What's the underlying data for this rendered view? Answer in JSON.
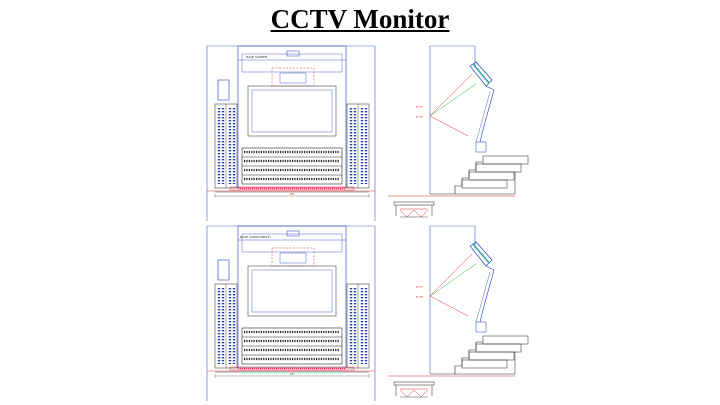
{
  "title": "CCTV Monitor",
  "colors": {
    "line": "#1f3fbf",
    "light": "#8aa0e6",
    "red": "#e03030",
    "green": "#2eb82e",
    "dark": "#222222",
    "teal": "#3aa6a6"
  },
  "top": {
    "label": "NAVE SCREEN",
    "dim": "25",
    "side_labels": [
      "5'-7\"",
      "5'-0\""
    ]
  },
  "bottom": {
    "label": "NAVE SURROUNDITY",
    "dim": "25",
    "side_labels": [
      "5'-7\"",
      "5'-0\""
    ]
  }
}
